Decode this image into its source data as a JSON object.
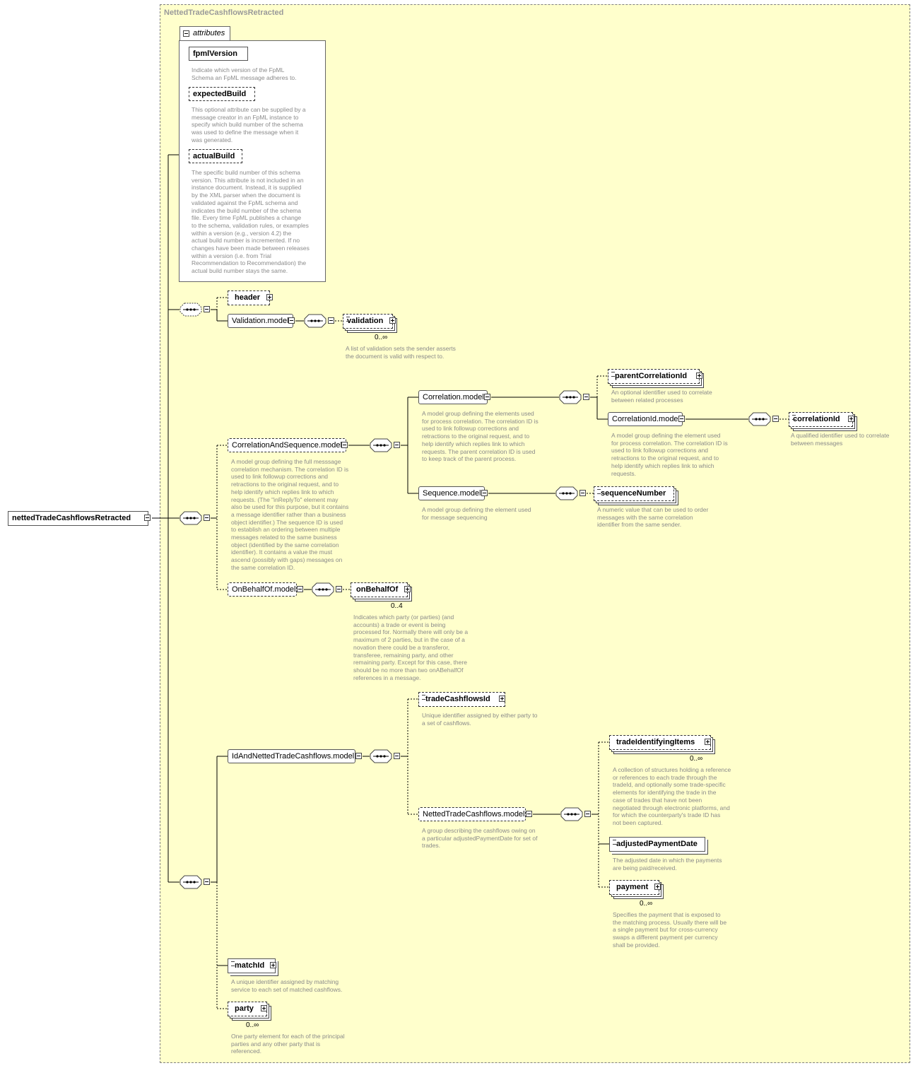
{
  "diagram": {
    "type_name": "NettedTradeCashflowsRetracted",
    "root_element": "nettedTradeCashflowsRetracted",
    "attributes_label": "attributes",
    "attributes": [
      {
        "name": "fpmlVersion",
        "desc": "Indicate which version of the FpML\nSchema an FpML message adheres to."
      },
      {
        "name": "expectedBuild",
        "desc": "This optional attribute can be supplied by a\nmessage creator in an FpML instance to\nspecify which build number of the schema\nwas used to define the message when it\nwas generated."
      },
      {
        "name": "actualBuild",
        "desc": "The specific build number of this schema\nversion. This attribute is not included in an\ninstance document. Instead, it is supplied\nby the XML parser when the document is\nvalidated against the FpML schema and\nindicates the build number of the schema\nfile. Every time FpML publishes a change\nto the schema, validation rules, or examples\nwithin a version (e.g., version 4.2) the\nactual build number is incremented. If no\nchanges have been made between releases\nwithin a version (i.e. from Trial\nRecommendation to Recommendation) the\nactual build number stays the same."
      }
    ],
    "nodes": {
      "header": {
        "label": "header"
      },
      "validation_model": {
        "label": "Validation.model"
      },
      "validation": {
        "label": "validation",
        "occurs": "0..∞",
        "desc": "A list of validation sets the sender asserts\nthe document is valid with respect to."
      },
      "correlation_and_sequence": {
        "label": "CorrelationAndSequence.model",
        "desc": "A model group defining the full messsage\ncorrelation mechanism. The correlation ID is\nused to link followup corrections and\nretractions to the original request, and to\nhelp identify which replies link to which\nrequests. (The \"inReplyTo\" element may\nalso be used for this purpose, but it contains\na message identifier rather than a business\nobject identifier.) The sequence ID is used\nto establish an ordering between multiple\nmessages related to the same business\nobject (identified by the same correlation\nidentifier). It contains a value the must\nascend (possibly with gaps) messages on\nthe same correlation ID."
      },
      "correlation_model": {
        "label": "Correlation.model",
        "desc": "A model group defining the elements used\nfor process correlation. The correlation ID is\nused to link followup corrections and\nretractions to the original request, and to\nhelp identify which replies link to which\nrequests. The parent correlation ID is used\nto keep track of the parent process."
      },
      "parent_correlation_id": {
        "label": "parentCorrelationId",
        "desc": "An optional identifier used to correlate\nbetween related processes"
      },
      "correlation_id_model": {
        "label": "CorrelationId.model",
        "desc": "A model group defining the element used\nfor process correlation. The correlation ID is\nused to link followup corrections and\nretractions to the original request, and to\nhelp identify which replies link to which\nrequests."
      },
      "correlation_id": {
        "label": "correlationId",
        "desc": "A qualified identifier used to correlate\nbetween messages"
      },
      "sequence_model": {
        "label": "Sequence.model",
        "desc": "A model group defining the element used\nfor message sequencing"
      },
      "sequence_number": {
        "label": "sequenceNumber",
        "desc": "A numeric value that can be used to order\nmessages with the same correlation\nidentifier from the same sender."
      },
      "on_behalf_of_model": {
        "label": "OnBehalfOf.model"
      },
      "on_behalf_of": {
        "label": "onBehalfOf",
        "occurs": "0..4",
        "desc": "Indicates which party (or parties) (and\naccounts) a trade or event is being\nprocessed for. Normally there will only be a\nmaximum of 2 parties, but in the case of a\nnovation there could be a transferor,\ntransferee, remaining party, and other\nremaining party. Except for this case, there\nshould be no more than two onABehalfOf\nreferences in a message."
      },
      "id_and_netted_model": {
        "label": "IdAndNettedTradeCashflows.model"
      },
      "trade_cashflows_id": {
        "label": "tradeCashflowsId",
        "desc": "Unique identifier assigned by either party to\na set of cashflows."
      },
      "netted_model": {
        "label": "NettedTradeCashflows.model",
        "desc": "A group describing the cashflows owing on\na particular adjustedPaymentDate for set of\ntrades."
      },
      "trade_identifying_items": {
        "label": "tradeIdentifyingItems",
        "occurs": "0..∞",
        "desc": "A collection of structures holding a reference\nor references to each trade through the\ntradeId, and optionally some trade-specific\nelements for identifying the trade in the\ncase of trades that have not been\nnegotiated through electronic platforms, and\nfor which the counterparty's trade ID has\nnot been captured."
      },
      "adjusted_payment_date": {
        "label": "adjustedPaymentDate",
        "desc": "The adjusted date in which the payments\nare being paid/received."
      },
      "payment": {
        "label": "payment",
        "occurs": "0..∞",
        "desc": "Specifies the payment that is exposed to\nthe matching process. Usually there will be\na single payment but for cross-currency\nswaps a different payment per currency\nshall be provided."
      },
      "match_id": {
        "label": "matchId",
        "desc": "A unique identifier assigned by matching\nservice to each set of matched cashflows."
      },
      "party": {
        "label": "party",
        "occurs": "0..∞",
        "desc": "One party element for each of the principal\nparties and any other party that is\nreferenced."
      }
    }
  },
  "colors": {
    "type_background": "#ffffcc",
    "description_text": "#8a8a8a",
    "line": "#000000"
  }
}
